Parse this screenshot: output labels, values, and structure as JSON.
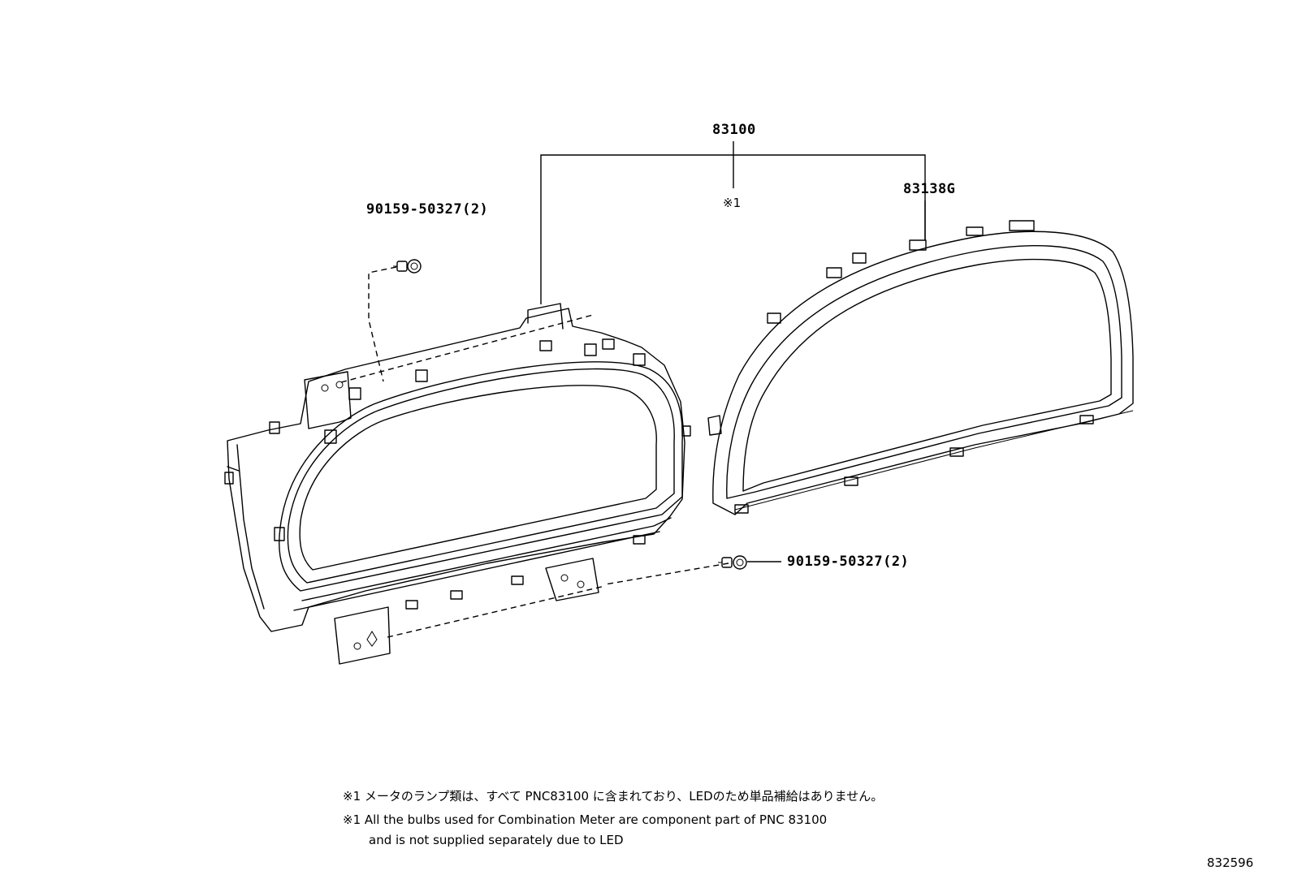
{
  "callouts": {
    "assembly": "83100",
    "glass": "83138G",
    "screw_top": "90159-50327(2)",
    "screw_bottom": "90159-50327(2)",
    "ref_mark": "※1"
  },
  "notes": {
    "japanese": "※1 メータのランプ類は、すべて PNC83100 に含まれており、LEDのため単品補給はありません。",
    "english_line1": "※1 All the bulbs used for Combination Meter are component part of PNC 83100",
    "english_line2": "and is not supplied separately due to LED"
  },
  "diagram_id": "832596"
}
